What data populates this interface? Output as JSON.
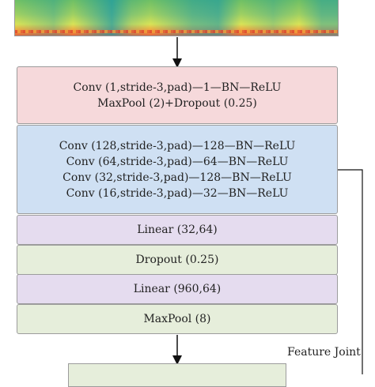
{
  "blocks": [
    {
      "lines": [
        "Conv (1,stride-3,pad)—1—BN—ReLU",
        "MaxPool (2)+Dropout (0.25)"
      ]
    },
    {
      "lines": [
        "Conv (128,stride-3,pad)—128—BN—ReLU",
        "Conv (64,stride-3,pad)—64—BN—ReLU",
        "Conv (32,stride-3,pad)—128—BN—ReLU",
        "Conv (16,stride-3,pad)—32—BN—ReLU"
      ]
    },
    {
      "lines": [
        "Linear (32,64)"
      ]
    },
    {
      "lines": [
        "Dropout (0.25)"
      ]
    },
    {
      "lines": [
        "Linear (960,64)"
      ]
    },
    {
      "lines": [
        "MaxPool (8)"
      ]
    }
  ],
  "side_label": "Feature Joint",
  "colors": {
    "pink": "#f6d9db",
    "blue": "#cfe0f3",
    "purple": "#e5dcef",
    "green": "#e6eedb"
  }
}
